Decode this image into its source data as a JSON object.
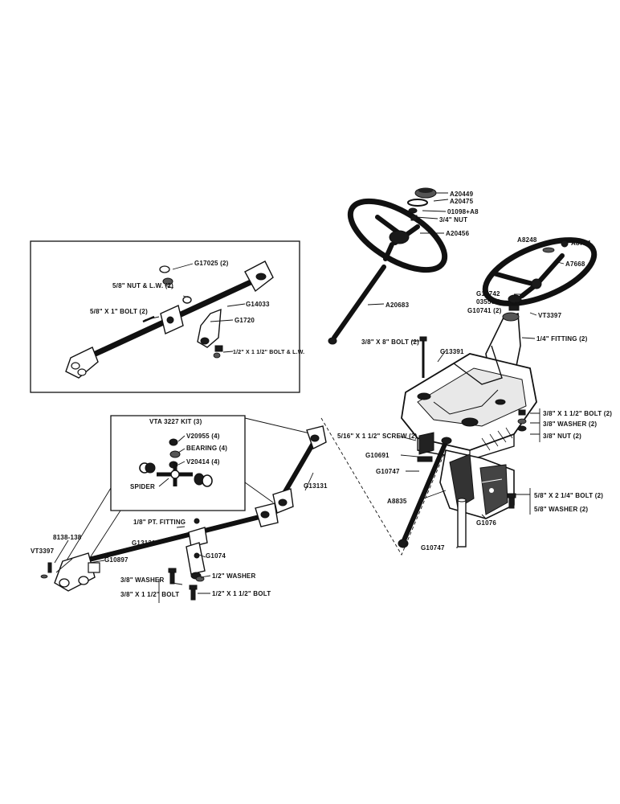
{
  "labels": {
    "a20449": "A20449",
    "a20475": "A20475",
    "p01098": "01098+A8",
    "nut34": "3/4\" NUT",
    "a20456": "A20456",
    "a8248": "A8248",
    "a8744": "A8744",
    "a7668": "A7668",
    "g10742": "G10742",
    "p03556n": "03556N",
    "g10741": "G10741 (2)",
    "vt3397a": "VT3397",
    "a20683": "A20683",
    "fitting2": "1/4\" FITTING (2)",
    "bolt38x8": "3/8\" X 8\" BOLT (2)",
    "g13391": "G13391",
    "bolt38x112": "3/8\" X 1 1/2\" BOLT (2)",
    "washer38": "3/8\" WASHER (2)",
    "nut38": "3/8\" NUT (2)",
    "screw516": "5/16\" X 1 1/2\" SCREW (2)",
    "g10691": "G10691",
    "g10747a": "G10747",
    "a8835": "A8835",
    "bolt58x214": "5/8\" X 2 1/4\" BOLT (2)",
    "washer58": "5/8\" WASHER (2)",
    "g1076": "G1076",
    "g10747b": "G10747",
    "g17025": "G17025 (2)",
    "nutlw": "5/8\" NUT & L.W. (2)",
    "bolt58x1": "5/8\" X 1\" BOLT (2)",
    "g14033": "G14033",
    "g1720": "G1720",
    "bolt12": "1/2\" X 1 1/2\" BOLT & L.W.",
    "vta3227": "VTA 3227 KIT (3)",
    "v20955": "V20955 (4)",
    "bearing4": "BEARING (4)",
    "v20414": "V20414 (4)",
    "spider": "SPIDER",
    "g13131": "G13131",
    "ptfitting": "1/8\" PT. FITTING",
    "g13130": "G13130",
    "b8138": "8138-138",
    "vt3397b": "VT3397",
    "g10897": "G10897",
    "g1074": "G1074",
    "washerL": "3/8\" WASHER",
    "boltL": "3/8\" X 1 1/2\" BOLT",
    "washerR": "1/2\" WASHER",
    "boltR": "1/2\" X 1 1/2\" BOLT"
  }
}
